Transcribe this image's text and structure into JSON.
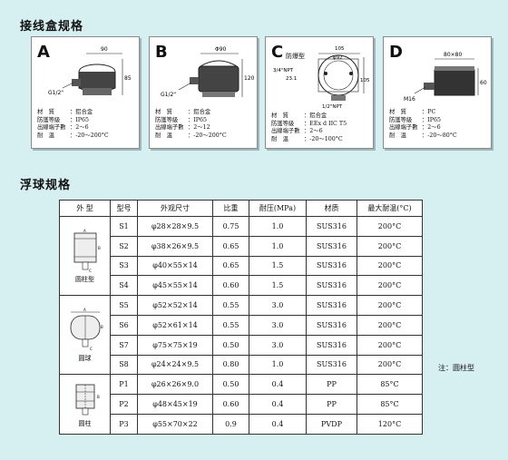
{
  "sections": {
    "junction_box_title": "接线盒规格",
    "float_ball_title": "浮球规格"
  },
  "cards": [
    {
      "letter": "A",
      "extra": "",
      "dims": [
        "90",
        "85",
        "G1/2\""
      ],
      "specs": [
        [
          "材　質",
          "：鋁合金"
        ],
        [
          "防護等級",
          "：IP65"
        ],
        [
          "出線端子數",
          "：2～6"
        ],
        [
          "耐　温",
          "：-20～200°C"
        ]
      ]
    },
    {
      "letter": "B",
      "extra": "",
      "dims": [
        "Φ90",
        "120",
        "G1/2\""
      ],
      "specs": [
        [
          "材　質",
          "：鋁合金"
        ],
        [
          "防護等級",
          "：IP65"
        ],
        [
          "出線端子數",
          "：2～12"
        ],
        [
          "耐　温",
          "：-20～200°C"
        ]
      ]
    },
    {
      "letter": "C",
      "extra": "防爆型",
      "dims": [
        "105",
        "φ92",
        "3/4\"NPT",
        "23.1",
        "105",
        "1/2\"NPT"
      ],
      "specs": [
        [
          "材　質",
          "：鋁合金"
        ],
        [
          "防護等級",
          "：EEx d IIC T5"
        ],
        [
          "出線端子數",
          "：2～6"
        ],
        [
          "耐　温",
          "：-20～100°C"
        ]
      ]
    },
    {
      "letter": "D",
      "extra": "",
      "dims": [
        "80×80",
        "60",
        "M16"
      ],
      "specs": [
        [
          "材　質",
          "：PC"
        ],
        [
          "防護等級",
          "：IP65"
        ],
        [
          "出線端子數",
          "：2～6"
        ],
        [
          "耐　温",
          "：-20～80°C"
        ]
      ]
    }
  ],
  "table": {
    "headers": [
      "外  型",
      "型号",
      "外观尺寸",
      "比重",
      "耐压(MPa)",
      "材质",
      "最大耐温(°C)"
    ],
    "groups": [
      {
        "shape_label": "圆柱型",
        "rows": [
          [
            "S1",
            "φ28×28×9.5",
            "0.75",
            "1.0",
            "SUS316",
            "200°C"
          ],
          [
            "S2",
            "φ38×26×9.5",
            "0.65",
            "1.0",
            "SUS316",
            "200°C"
          ],
          [
            "S3",
            "φ40×55×14",
            "0.65",
            "1.5",
            "SUS316",
            "200°C"
          ],
          [
            "S4",
            "φ45×55×14",
            "0.60",
            "1.5",
            "SUS316",
            "200°C"
          ]
        ]
      },
      {
        "shape_label": "圆球",
        "rows": [
          [
            "S5",
            "φ52×52×14",
            "0.55",
            "3.0",
            "SUS316",
            "200°C"
          ],
          [
            "S6",
            "φ52×61×14",
            "0.55",
            "3.0",
            "SUS316",
            "200°C"
          ],
          [
            "S7",
            "φ75×75×19",
            "0.50",
            "3.0",
            "SUS316",
            "200°C"
          ],
          [
            "S8",
            "φ24×24×9.5",
            "0.80",
            "1.0",
            "SUS316",
            "200°C"
          ]
        ]
      },
      {
        "shape_label": "圆柱",
        "rows": [
          [
            "P1",
            "φ26×26×9.0",
            "0.50",
            "0.4",
            "PP",
            "85°C"
          ],
          [
            "P2",
            "φ48×45×19",
            "0.60",
            "0.4",
            "PP",
            "85°C"
          ],
          [
            "P3",
            "φ55×70×22",
            "0.9",
            "0.4",
            "PVDP",
            "120°C"
          ]
        ]
      }
    ],
    "shape_marks": [
      "A",
      "B",
      "C"
    ],
    "note": "注：圆柱型"
  }
}
